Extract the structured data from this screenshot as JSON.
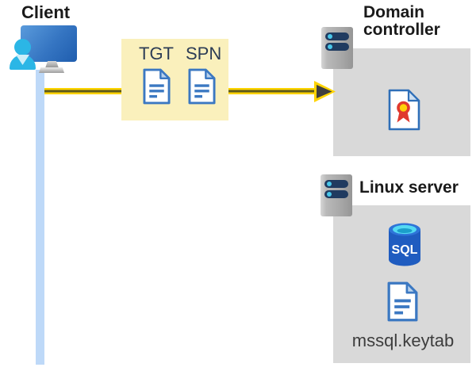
{
  "client": {
    "label": "Client"
  },
  "tickets": {
    "tgt": "TGT",
    "spn": "SPN"
  },
  "domain_controller": {
    "title": "Domain controller"
  },
  "linux_server": {
    "title": "Linux server",
    "sql_label": "SQL",
    "keytab_label": "mssql.keytab"
  },
  "colors": {
    "arrow_yellow": "#FFD400",
    "arrow_core": "#5E591B",
    "ticket_box_bg": "#FAF0BC",
    "panel_gray": "#D9D9D9",
    "document_blue": "#3B78C2",
    "client_cyan": "#2BB6E6",
    "timeline_blue": "#BED9F8",
    "sql_blue": "#1F5CC0",
    "ticket_text": "#2C3C55",
    "title_text": "#1A1A1A",
    "keytab_text": "#3D3D3D",
    "cert_red": "#E0392E",
    "cert_gold": "#FFD10A",
    "server_slot_navy": "#203B60",
    "server_dot_cyan": "#49C7EA"
  }
}
